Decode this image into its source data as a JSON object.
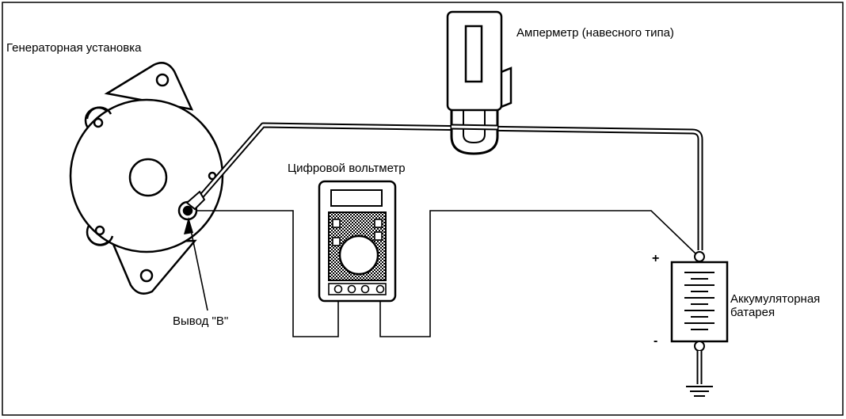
{
  "labels": {
    "generator": "Генераторная установка",
    "ammeter": "Амперметр (навесного типа)",
    "voltmeter": "Цифровой вольтметр",
    "terminal_b": "Вывод \"В\"",
    "battery_line1": "Аккумуляторная",
    "battery_line2": "батарея",
    "plus": "+",
    "minus": "-"
  }
}
